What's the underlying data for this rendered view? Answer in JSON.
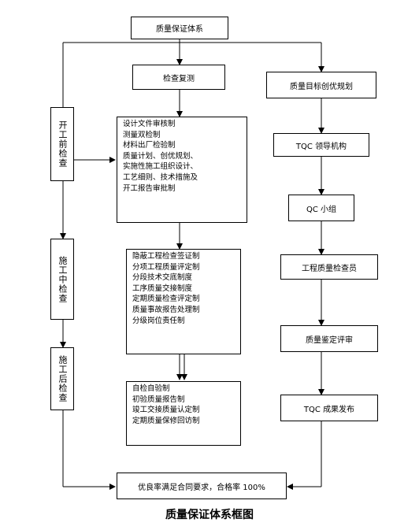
{
  "diagram": {
    "root": "质量保证体系",
    "inspect_review": "检查复测",
    "pre_start": {
      "side_label": "开工前检查",
      "items": [
        "设计文件审核制",
        "测量双检制",
        "材料出厂检验制",
        "质量计划、创优规划、",
        "实施性施工组织设计、",
        "工艺细则、技术措施及",
        "开工报告审批制"
      ]
    },
    "in_progress": {
      "side_label": "施工中检查",
      "items": [
        "隐蔽工程检查签证制",
        "分项工程质量评定制",
        "分段技术交底制度",
        "工序质量交接制度",
        "定期质量检查评定制",
        "质量事故报告处理制",
        "分级岗位责任制"
      ]
    },
    "post": {
      "side_label": "施工后检查",
      "items": [
        "自检自验制",
        "初验质量报告制",
        "竣工交接质量认定制",
        "定期质量保修回访制"
      ]
    },
    "right_chain": [
      "质量目标创优规划",
      "TQC 领导机构",
      "QC 小组",
      "工程质量检查员",
      "质量鉴定评审",
      "TQC 成果发布"
    ],
    "result": "优良率满足合同要求，合格率 100%",
    "caption": "质量保证体系框图"
  }
}
